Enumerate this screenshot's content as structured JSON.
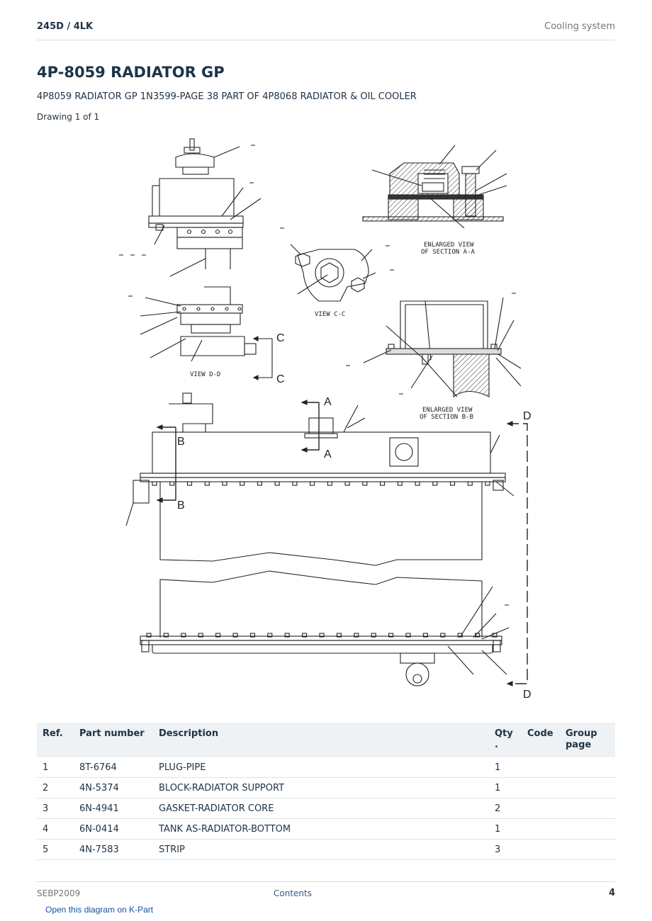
{
  "header": {
    "model": "245D  /  4LK",
    "section": "Cooling system"
  },
  "title": "4P-8059 RADIATOR GP",
  "subtitle": "4P8059 RADIATOR GP 1N3599-PAGE 38 PART OF 4P8068 RADIATOR & OIL COOLER",
  "drawing_label": "Drawing 1 of 1",
  "diagram": {
    "labels": {
      "enlarged_a_1": "ENLARGED VIEW",
      "enlarged_a_2": "OF SECTION A-A",
      "enlarged_b_1": "ENLARGED VIEW",
      "enlarged_b_2": "OF SECTION B-B",
      "view_cc": "VIEW C-C",
      "view_dd": "VIEW D-D",
      "c": "C",
      "a": "A",
      "b": "B",
      "d": "D"
    }
  },
  "table": {
    "headers": {
      "ref": "Ref.",
      "part_number": "Part number",
      "description": "Description",
      "qty": "Qty",
      "qty_dot": ".",
      "code": "Code",
      "group_page_1": "Group",
      "group_page_2": "page"
    },
    "rows": [
      {
        "ref": "1",
        "part_number": "8T-6764",
        "description": "PLUG-PIPE",
        "qty": "1",
        "code": "",
        "group_page": ""
      },
      {
        "ref": "2",
        "part_number": "4N-5374",
        "description": "BLOCK-RADIATOR SUPPORT",
        "qty": "1",
        "code": "",
        "group_page": ""
      },
      {
        "ref": "3",
        "part_number": "6N-4941",
        "description": "GASKET-RADIATOR CORE",
        "qty": "2",
        "code": "",
        "group_page": ""
      },
      {
        "ref": "4",
        "part_number": "6N-0414",
        "description": "TANK AS-RADIATOR-BOTTOM",
        "qty": "1",
        "code": "",
        "group_page": ""
      },
      {
        "ref": "5",
        "part_number": "4N-7583",
        "description": "STRIP",
        "qty": "3",
        "code": "",
        "group_page": ""
      }
    ]
  },
  "footer": {
    "doc_id": "SEBP2009",
    "contents_link": "Contents",
    "page_number": "4"
  },
  "kpart_link": "Open this diagram on K-Part"
}
